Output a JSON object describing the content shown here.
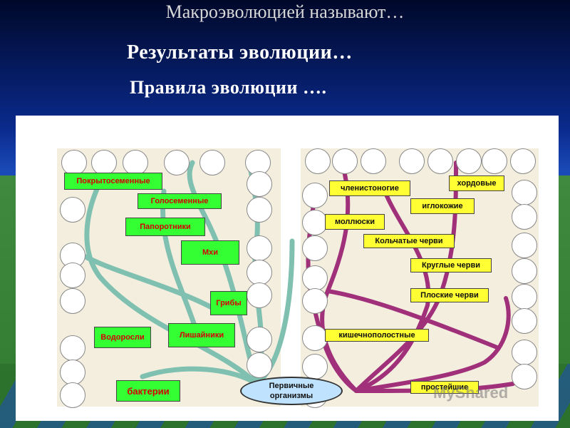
{
  "slide": {
    "title1": "Макроэволюцией называют…",
    "title2": "Результаты эволюции…",
    "title3": "Правила эволюции …."
  },
  "diagram": {
    "plants": [
      "Покрытосеменные",
      "Голосеменные",
      "Папоротники",
      "Мхи",
      "Грибы",
      "Водоросли",
      "Лишайники",
      "бактерии"
    ],
    "animals": [
      "членистоногие",
      "хордовые",
      "иглокожие",
      "моллюски",
      "Кольчатые черви",
      "Круглые черви",
      "Плоские черви",
      "кишечнополостные",
      "простейшие"
    ],
    "root": [
      "Первичные",
      "организмы"
    ]
  },
  "watermark": "MyShared",
  "colors": {
    "plant_label": "#33ff33",
    "animal_label": "#ffff33",
    "plant_branch": "#7fc0b0",
    "animal_branch": "#a0307a"
  }
}
